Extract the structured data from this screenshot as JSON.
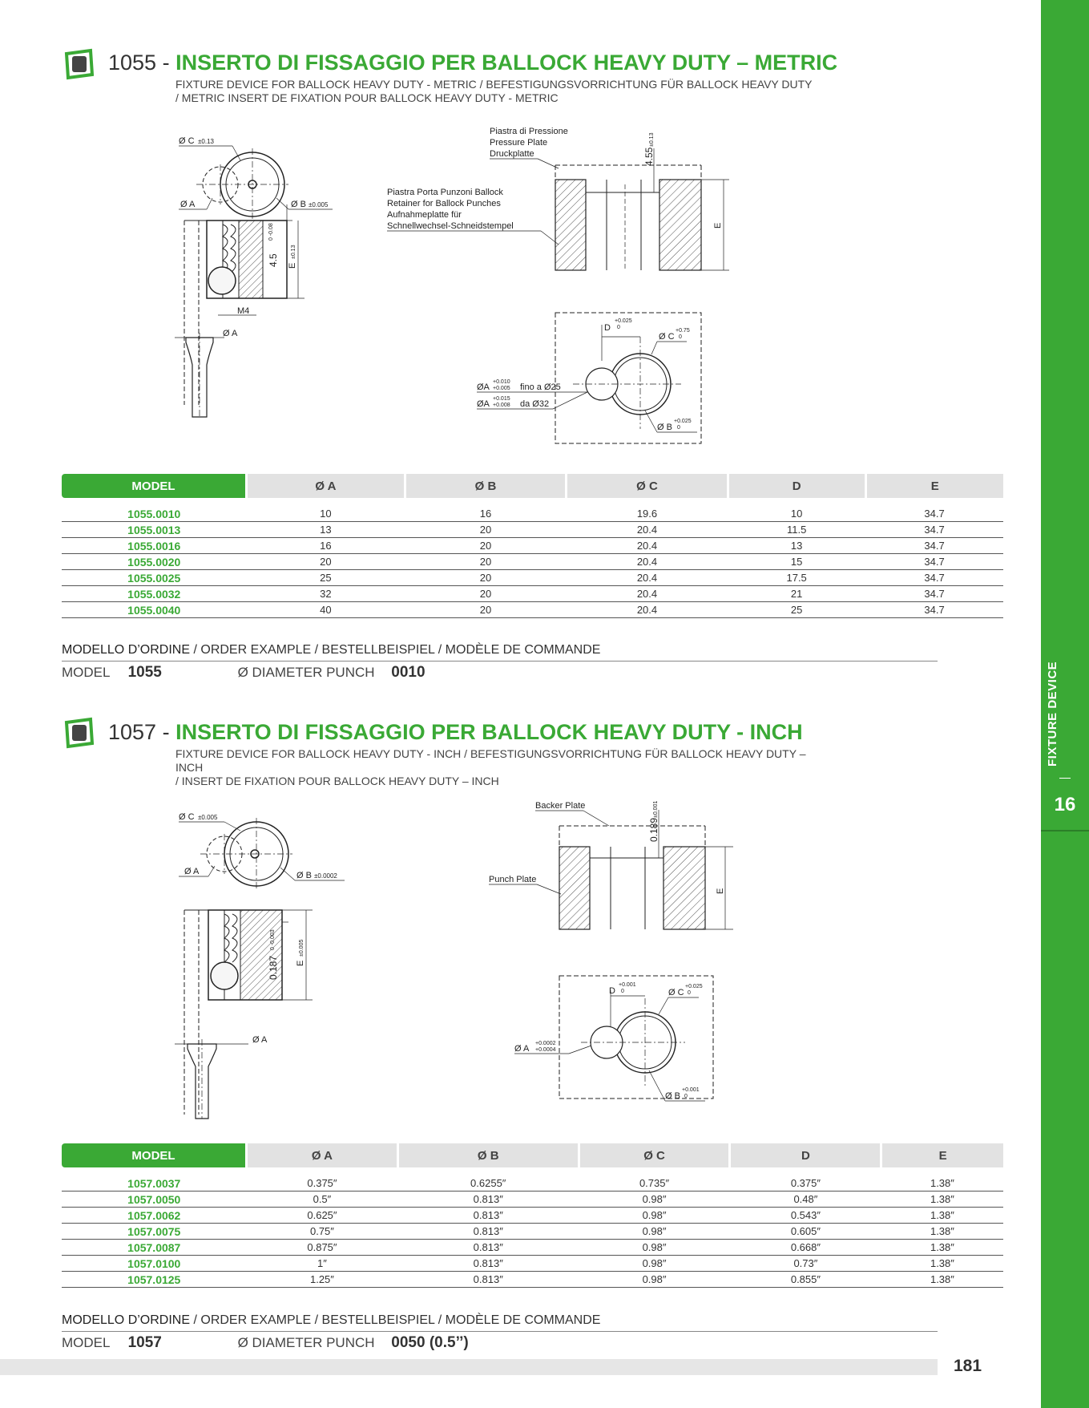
{
  "side_tab": {
    "label": "FIXTURE DEVICE",
    "number": "16"
  },
  "colors": {
    "brand_green": "#3aa935",
    "header_gray": "#e2e2e2"
  },
  "section1": {
    "number": "1055 - ",
    "title": "INSERTO DI FISSAGGIO PER BALLOCK HEAVY DUTY – METRIC",
    "subtitle_line1": "FIXTURE DEVICE FOR BALLOCK HEAVY DUTY - METRIC / BEFESTIGUNGSVORRICHTUNG FÜR BALLOCK HEAVY DUTY",
    "subtitle_line2": "/ METRIC INSERT DE FIXATION POUR BALLOCK HEAVY DUTY - METRIC",
    "drawing": {
      "phi_c": "Ø C",
      "phi_c_tol": "±0.13",
      "phi_a": "Ø A",
      "phi_b": "Ø B",
      "phi_b_tol": "±0.005",
      "dim_45": "4.5",
      "dim_45_tol": "0 -0.08",
      "dim_e": "E",
      "dim_e_tol": "±0.13",
      "m4": "M4",
      "phi_a2": "Ø A",
      "pressure_plate_1": "Piastra di Pressione",
      "pressure_plate_2": "Pressure Plate",
      "pressure_plate_3": "Druckplatte",
      "retainer_1": "Piastra Porta Punzoni Ballock",
      "retainer_2": "Retainer for Ballock Punches",
      "retainer_3": "Aufnahmeplatte für",
      "retainer_4": "Schnellwechsel-Schneidstempel",
      "dim_455": "4.55",
      "dim_455_tol": "±0.13",
      "e_label": "E",
      "d_label": "D",
      "d_tol_top": "+0.025",
      "d_tol_bot": "0",
      "c_label": "Ø C",
      "c_tol_top": "+0.75",
      "c_tol_bot": "0",
      "a_label": "ØA",
      "a_tol1_top": "+0.010",
      "a_tol1_bot": "+0.005",
      "a_note1": "fino a Ø25",
      "a_tol2_top": "+0.015",
      "a_tol2_bot": "+0.008",
      "a_note2": "da Ø32",
      "b_label": "Ø B",
      "b_tol_top": "+0.025",
      "b_tol_bot": "0"
    },
    "table": {
      "headers": [
        "MODEL",
        "Ø A",
        "Ø B",
        "Ø C",
        "D",
        "E"
      ],
      "rows": [
        [
          "1055.0010",
          "10",
          "16",
          "19.6",
          "10",
          "34.7"
        ],
        [
          "1055.0013",
          "13",
          "20",
          "20.4",
          "11.5",
          "34.7"
        ],
        [
          "1055.0016",
          "16",
          "20",
          "20.4",
          "13",
          "34.7"
        ],
        [
          "1055.0020",
          "20",
          "20",
          "20.4",
          "15",
          "34.7"
        ],
        [
          "1055.0025",
          "25",
          "20",
          "20.4",
          "17.5",
          "34.7"
        ],
        [
          "1055.0032",
          "32",
          "20",
          "20.4",
          "21",
          "34.7"
        ],
        [
          "1055.0040",
          "40",
          "20",
          "20.4",
          "25",
          "34.7"
        ]
      ]
    },
    "order": {
      "title_main": "MODELLO D’ORDINE",
      "title_rest": " / ORDER EXAMPLE / BESTELLBEISPIEL / MODÈLE DE COMMANDE",
      "model_label": "MODEL",
      "model_value": "1055",
      "punch_label": "Ø DIAMETER PUNCH",
      "punch_value": "0010"
    }
  },
  "section2": {
    "number": "1057 - ",
    "title": "INSERTO DI FISSAGGIO PER BALLOCK HEAVY DUTY - INCH",
    "subtitle_line1": "FIXTURE DEVICE FOR BALLOCK HEAVY DUTY - INCH / BEFESTIGUNGSVORRICHTUNG FÜR BALLOCK HEAVY DUTY – INCH",
    "subtitle_line2": "/ INSERT DE FIXATION POUR BALLOCK HEAVY DUTY – INCH",
    "drawing": {
      "phi_c": "Ø C",
      "phi_c_tol": "±0.005",
      "phi_a": "Ø A",
      "phi_b": "Ø B",
      "phi_b_tol": "±0.0002",
      "dim_187": "0.187",
      "dim_187_tol": "0 -0.003",
      "dim_e": "E",
      "dim_e_tol": "±0.005",
      "phi_a2": "Ø A",
      "backer_plate": "Backer Plate",
      "punch_plate": "Punch Plate",
      "dim_189": "0.189",
      "dim_189_tol": "±0.001",
      "e_label": "E",
      "d_label": "D",
      "d_tol_top": "+0.001",
      "d_tol_bot": "0",
      "c_label": "Ø C",
      "c_tol_top": "+0.025",
      "c_tol_bot": "0",
      "a_label": "Ø A",
      "a_tol_top": "+0.0002",
      "a_tol_bot": "+0.0004",
      "b_label": "Ø B",
      "b_tol_top": "+0.001",
      "b_tol_bot": "0"
    },
    "table": {
      "headers": [
        "MODEL",
        "Ø A",
        "Ø B",
        "Ø C",
        "D",
        "E"
      ],
      "rows": [
        [
          "1057.0037",
          "0.375″",
          "0.6255″",
          "0.735″",
          "0.375″",
          "1.38″"
        ],
        [
          "1057.0050",
          "0.5″",
          "0.813″",
          "0.98″",
          "0.48″",
          "1.38″"
        ],
        [
          "1057.0062",
          "0.625″",
          "0.813″",
          "0.98″",
          "0.543″",
          "1.38″"
        ],
        [
          "1057.0075",
          "0.75″",
          "0.813″",
          "0.98″",
          "0.605″",
          "1.38″"
        ],
        [
          "1057.0087",
          "0.875″",
          "0.813″",
          "0.98″",
          "0.668″",
          "1.38″"
        ],
        [
          "1057.0100",
          "1″",
          "0.813″",
          "0.98″",
          "0.73″",
          "1.38″"
        ],
        [
          "1057.0125",
          "1.25″",
          "0.813″",
          "0.98″",
          "0.855″",
          "1.38″"
        ]
      ]
    },
    "order": {
      "title_main": "MODELLO D’ORDINE",
      "title_rest": " / ORDER EXAMPLE / BESTELLBEISPIEL / MODÈLE DE COMMANDE",
      "model_label": "MODEL",
      "model_value": "1057",
      "punch_label": "Ø DIAMETER PUNCH",
      "punch_value": "0050 (0.5’’)"
    }
  },
  "page_number": "181"
}
